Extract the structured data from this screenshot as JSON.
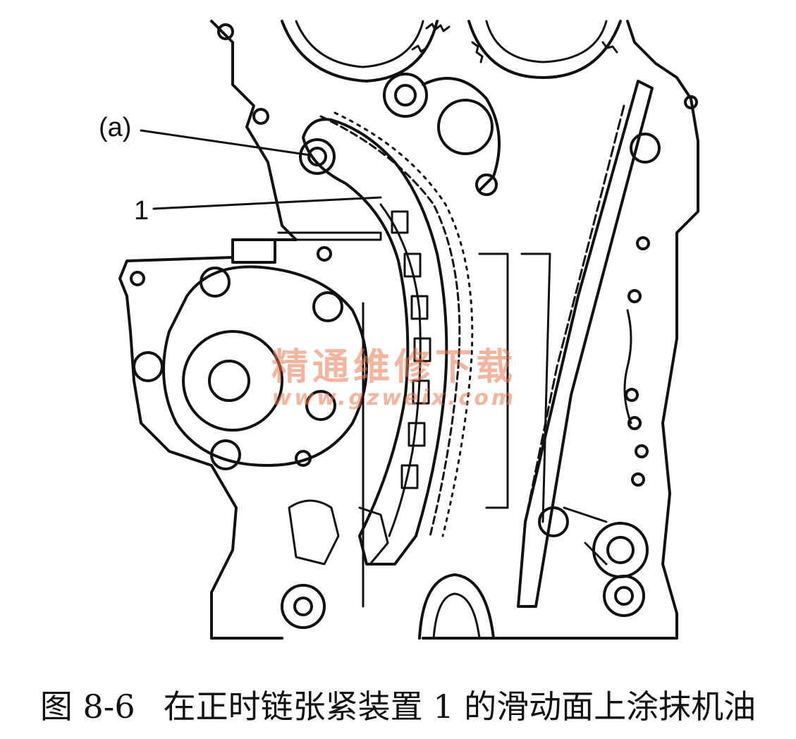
{
  "labels": {
    "a": "(a)",
    "part1": "1"
  },
  "watermark": {
    "text": "精通维修下载",
    "url": "www.gzweix.com"
  },
  "caption": {
    "figure_number": "图 8-6",
    "text": "在正时链张紧装置 1 的滑动面上涂抹机油"
  },
  "colors": {
    "line": "#111111",
    "watermark": "#eb7850"
  }
}
